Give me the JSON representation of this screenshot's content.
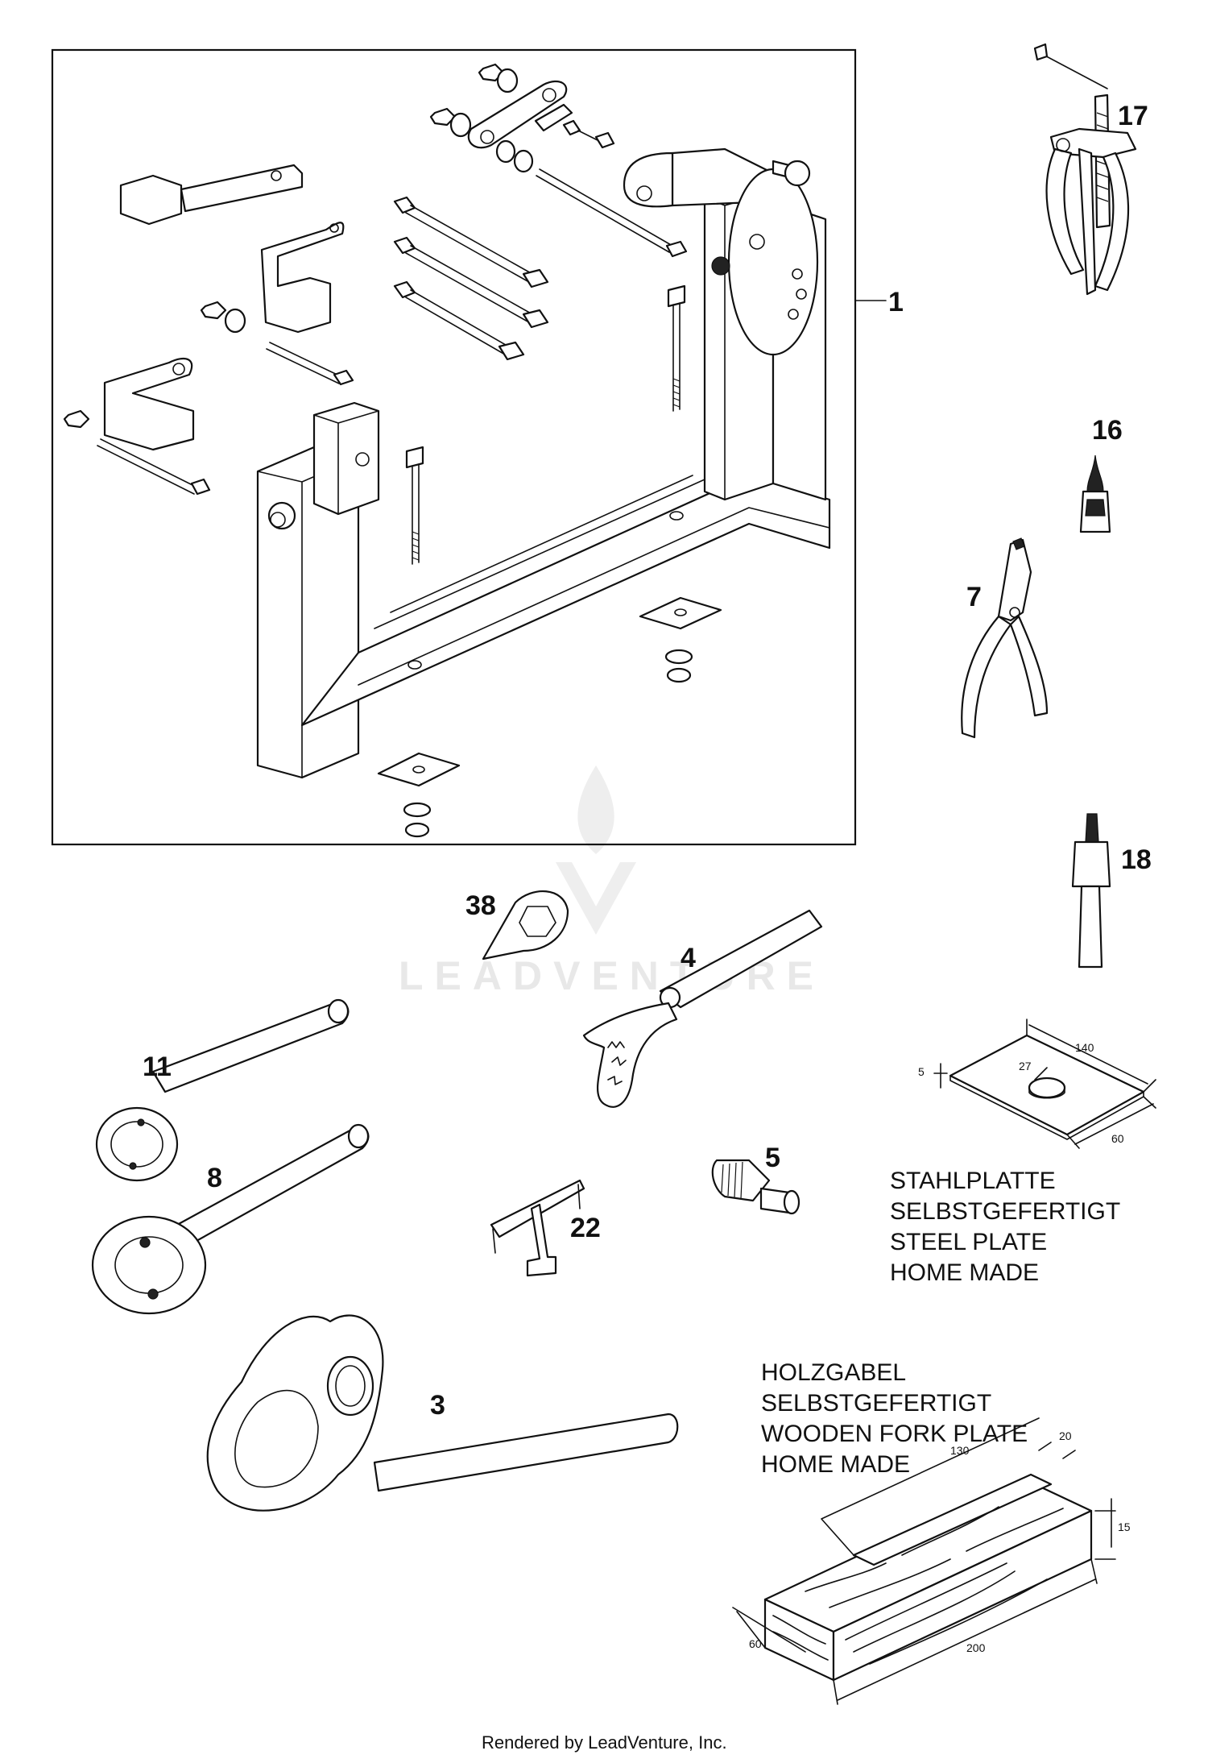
{
  "callouts": {
    "c1": "1",
    "c17": "17",
    "c16": "16",
    "c7": "7",
    "c18": "18",
    "c38": "38",
    "c4": "4",
    "c11": "11",
    "c8": "8",
    "c5": "5",
    "c22": "22",
    "c3": "3"
  },
  "steel_plate": {
    "lines": [
      "STAHLPLATTE",
      "SELBSTGEFERTIGT",
      "STEEL PLATE",
      "HOME MADE"
    ],
    "dims": {
      "thickness": "5",
      "hole": "27",
      "length": "140",
      "width": "60"
    }
  },
  "wooden_fork": {
    "lines": [
      "HOLZGABEL",
      "SELBSTGEFERTIGT",
      "WOODEN FORK PLATE",
      "HOME MADE"
    ],
    "dims": {
      "slot_length": "130",
      "slot_width": "20",
      "height": "15",
      "length": "200",
      "width": "60"
    }
  },
  "watermark": "LEADVENTURE",
  "footer": "Rendered by LeadVenture, Inc.",
  "colors": {
    "ink": "#111111",
    "watermark": "#e8e8e8",
    "background": "#ffffff"
  }
}
